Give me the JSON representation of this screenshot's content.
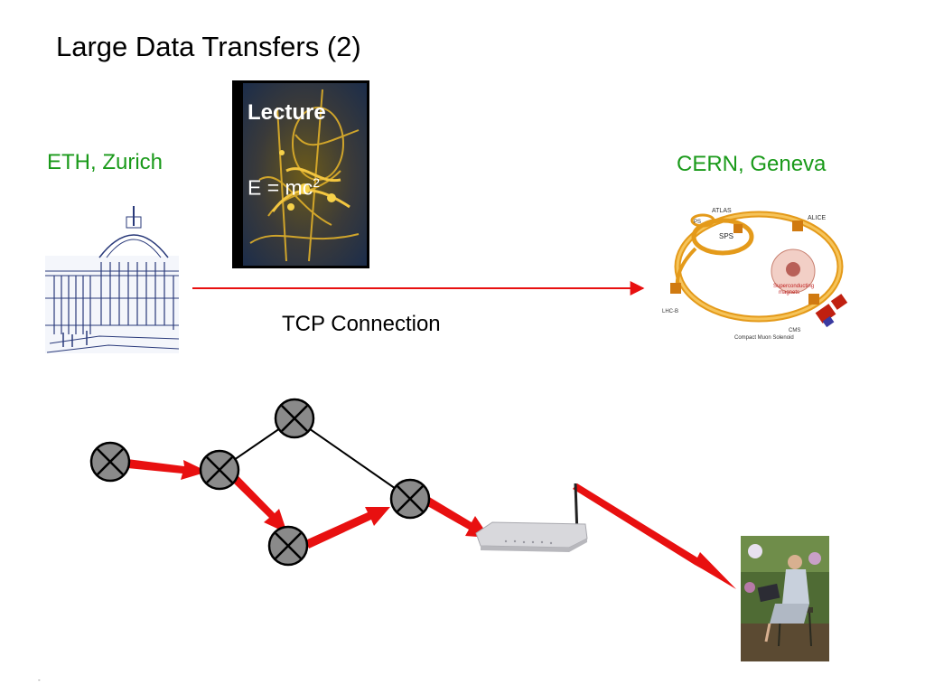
{
  "slide": {
    "title": "Large Data Transfers (2)"
  },
  "sites": {
    "source": "ETH, Zurich",
    "destination": "CERN, Geneva"
  },
  "connection": {
    "label": "TCP Connection"
  },
  "book": {
    "title": "Lecture",
    "formula_base": "E = mc",
    "formula_exp": "2"
  },
  "cern_map": {
    "atlas": "ATLAS",
    "ps": "PS",
    "sps": "SPS",
    "alice": "ALICE",
    "magnets_line1": "Superconducting",
    "magnets_line2": "magnets",
    "lhcb": "LHC-B",
    "cms": "CMS",
    "cms_full": "Compact Muon Solenoid"
  },
  "colors": {
    "arrow": "#e81010",
    "label_green": "#1a9a1a",
    "node_fill": "#8a8a8a"
  },
  "footer": {
    "mark": "-"
  }
}
